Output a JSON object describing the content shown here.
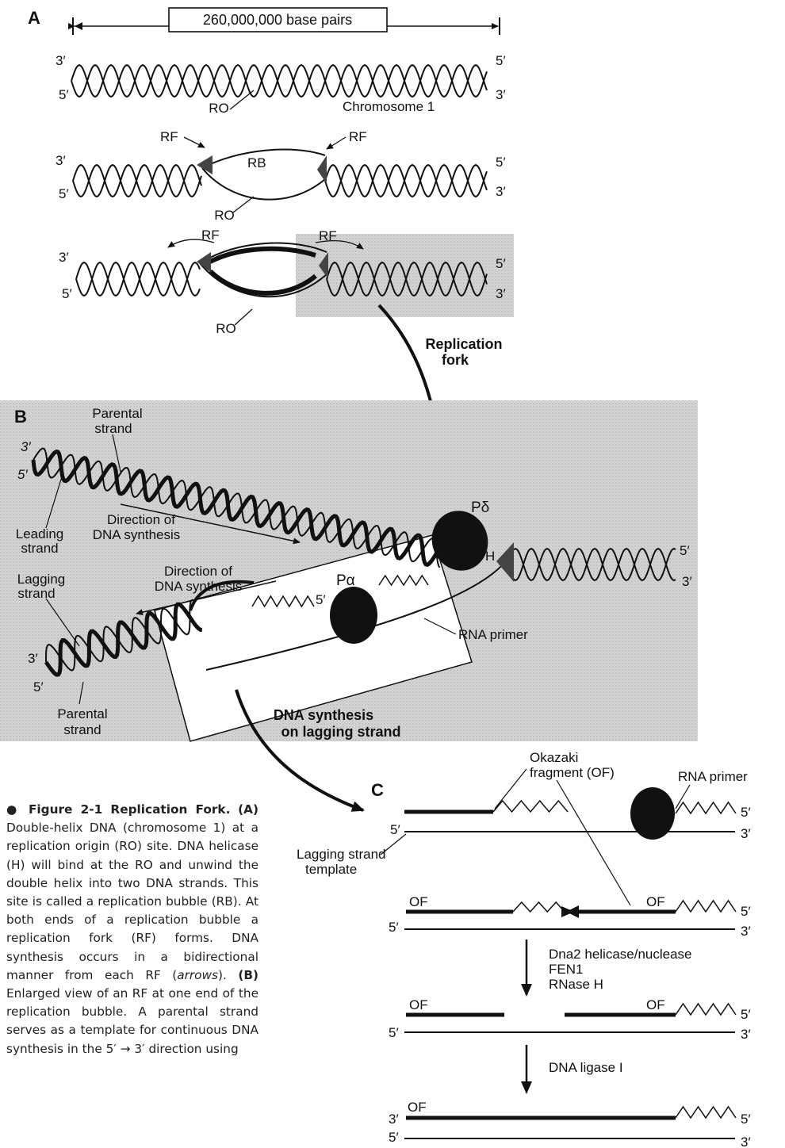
{
  "panels": {
    "a": "A",
    "b": "B",
    "c": "C"
  },
  "panel_a": {
    "length": "260,000,000  base pairs",
    "chromosome": "Chromosome 1",
    "ro": "RO",
    "rf": "RF",
    "rb": "RB",
    "p3": "3′",
    "p5": "5′"
  },
  "transfer1": {
    "line1": "Replication",
    "line2": "fork"
  },
  "panel_b": {
    "parental_top_1": "Parental",
    "parental_top_2": "strand",
    "leading_1": "Leading",
    "leading_2": "strand",
    "dir1_1": "Direction of",
    "dir1_2": "DNA synthesis",
    "lagging_1": "Lagging",
    "lagging_2": "strand",
    "dir2_1": "Direction of",
    "dir2_2": "DNA synthesis",
    "p_delta": "Pδ",
    "h": "H",
    "p_alpha": "Pα",
    "rna_primer": "RNA primer",
    "parental_bot_1": "Parental",
    "parental_bot_2": "strand",
    "p3": "3′",
    "p5": "5′"
  },
  "transfer2": {
    "line1": "DNA synthesis",
    "line2": "on lagging strand"
  },
  "panel_c": {
    "okazaki_1": "Okazaki",
    "okazaki_2": "fragment (OF)",
    "rna_primer": "RNA primer",
    "template_1": "Lagging strand",
    "template_2": "template",
    "of": "OF",
    "step1_1": "Dna2 helicase/nuclease",
    "step1_2": "FEN1",
    "step1_3": "RNase H",
    "step2": "DNA ligase I",
    "p3": "3′",
    "p5": "5′"
  },
  "caption": {
    "bullet": "●",
    "title": "Figure 2-1 Replication Fork.",
    "key_a": "(A)",
    "text_a": "Double-helix DNA (chromosome 1) at a replication origin (RO) site. DNA helicase (H) will bind at the RO and unwind the double helix into two DNA strands. This site is called a replication bubble (RB). At both ends of a replication bubble a replication fork (RF) forms. DNA synthesis occurs in a bidirectional manner from each RF (",
    "arrows": "arrows",
    "text_a2": ").",
    "key_b": "(B)",
    "text_b": "Enlarged view of an RF at one end of the replication bubble. A parental strand serves as a template for continuous DNA synthesis in the 5′ → 3′ direction using"
  }
}
